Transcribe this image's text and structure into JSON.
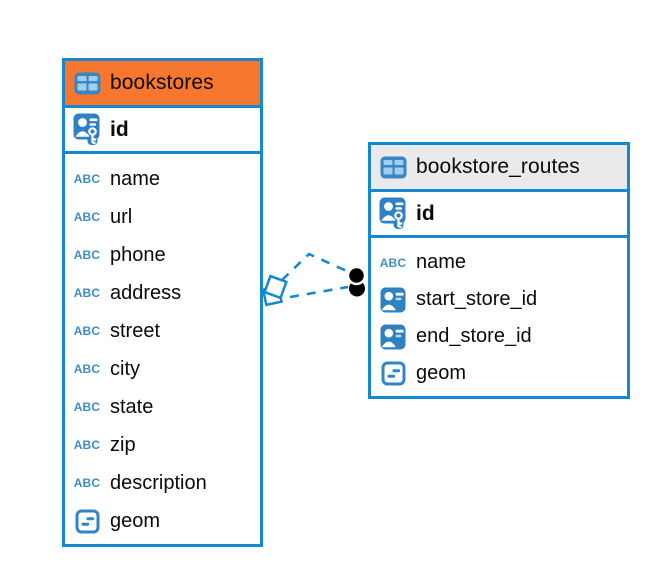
{
  "diagram": {
    "background": "#ffffff",
    "accent_blue": "#1589CF",
    "icon_blue": "#2F81C3",
    "icon_light_blue": "#9ECFEE",
    "text_color": "#0a0a0a"
  },
  "icons": {
    "text_glyph": "ABC"
  },
  "tables": [
    {
      "title": "bookstores",
      "header_color": "#F8772F",
      "primary_key": {
        "name": "id"
      },
      "columns": [
        {
          "name": "name",
          "type": "text"
        },
        {
          "name": "url",
          "type": "text"
        },
        {
          "name": "phone",
          "type": "text"
        },
        {
          "name": "address",
          "type": "text"
        },
        {
          "name": "street",
          "type": "text"
        },
        {
          "name": "city",
          "type": "text"
        },
        {
          "name": "state",
          "type": "text"
        },
        {
          "name": "zip",
          "type": "text"
        },
        {
          "name": "description",
          "type": "text"
        },
        {
          "name": "geom",
          "type": "geometry"
        }
      ]
    },
    {
      "title": "bookstore_routes",
      "header_color": "#EAEAEA",
      "primary_key": {
        "name": "id"
      },
      "columns": [
        {
          "name": "name",
          "type": "text"
        },
        {
          "name": "start_store_id",
          "type": "foreign-key"
        },
        {
          "name": "end_store_id",
          "type": "foreign-key"
        },
        {
          "name": "geom",
          "type": "geometry"
        }
      ]
    }
  ],
  "relationships": [
    {
      "from": "bookstores",
      "to": "bookstore_routes",
      "style": "dashed"
    },
    {
      "from": "bookstores",
      "to": "bookstore_routes",
      "style": "dashed"
    }
  ]
}
